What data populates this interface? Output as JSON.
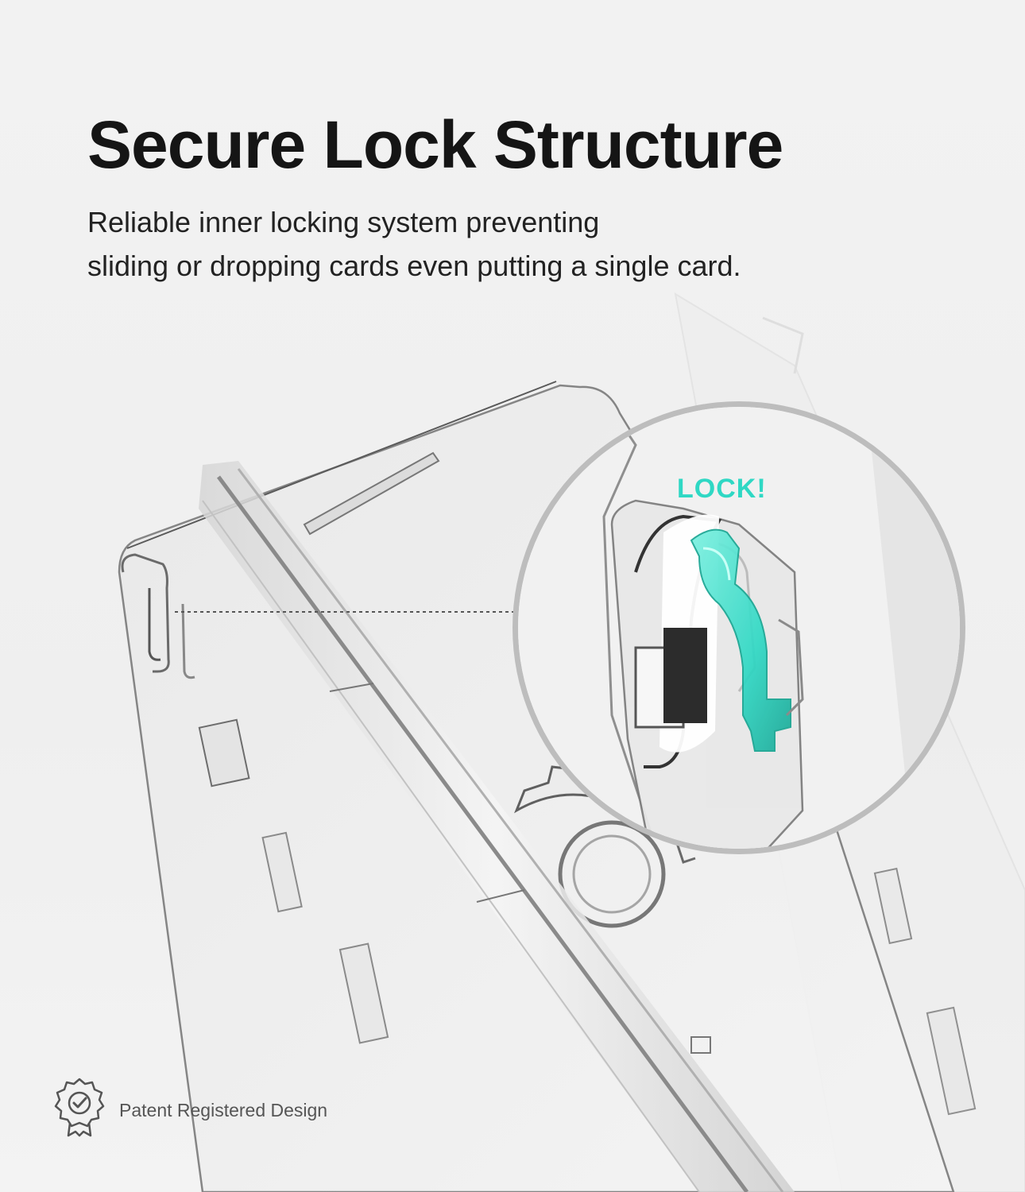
{
  "header": {
    "title": "Secure Lock Structure",
    "subtitle_line1": "Reliable inner locking system preventing",
    "subtitle_line2": "sliding or dropping cards even putting a single card."
  },
  "callout": {
    "label": "LOCK!"
  },
  "badge": {
    "icon": "certified-check-icon",
    "text": "Patent Registered Design"
  },
  "colors": {
    "accent": "#2fd8c4",
    "text_dark": "#151515",
    "text_muted": "#555555",
    "background": "#f0f0f0"
  }
}
